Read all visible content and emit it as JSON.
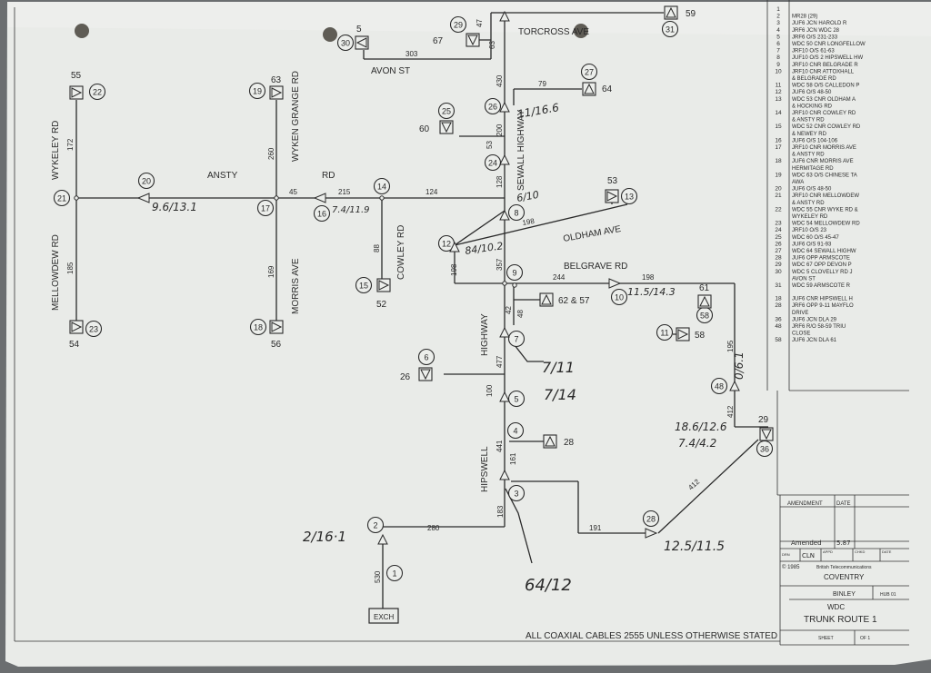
{
  "streets": {
    "torcross_ave": "TORCROSS AVE",
    "avon_st": "AVON ST",
    "ansty": "ANSTY",
    "rd": "RD",
    "wykeley_rd": "WYKELEY RD",
    "wyken_grange_rd": "WYKEN GRANGE RD",
    "mellowdew_rd": "MELLOWDEW RD",
    "morris_ave": "MORRIS AVE",
    "cowley_rd": "COWLEY RD",
    "sewall_highway": "SEWALL HIGHWAY",
    "oldham_ave": "OLDHAM AVE",
    "belgrave_rd": "BELGRAVE RD",
    "highway": "HIGHWAY",
    "hipswell": "HIPSWELL"
  },
  "footer_note": "ALL COAXIAL CABLES 2555 UNLESS OTHERWISE STATED",
  "exchange_label": "EXCH",
  "nodes": [
    {
      "id": "n1",
      "label": "1"
    },
    {
      "id": "n2",
      "label": "2"
    },
    {
      "id": "n3",
      "label": "3"
    },
    {
      "id": "n4",
      "label": "4"
    },
    {
      "id": "n5",
      "label": "5"
    },
    {
      "id": "n6",
      "label": "6"
    },
    {
      "id": "n7",
      "label": "7"
    },
    {
      "id": "n8",
      "label": "8"
    },
    {
      "id": "n9",
      "label": "9"
    },
    {
      "id": "n10",
      "label": "10"
    },
    {
      "id": "n11",
      "label": "11"
    },
    {
      "id": "n12",
      "label": "12"
    },
    {
      "id": "n13",
      "label": "13"
    },
    {
      "id": "n14",
      "label": "14"
    },
    {
      "id": "n15",
      "label": "15"
    },
    {
      "id": "n16",
      "label": "16"
    },
    {
      "id": "n17",
      "label": "17"
    },
    {
      "id": "n18",
      "label": "18"
    },
    {
      "id": "n19",
      "label": "19"
    },
    {
      "id": "n20",
      "label": "20"
    },
    {
      "id": "n21",
      "label": "21"
    },
    {
      "id": "n22",
      "label": "22"
    },
    {
      "id": "n23",
      "label": "23"
    },
    {
      "id": "n24",
      "label": "24"
    },
    {
      "id": "n25",
      "label": "25"
    },
    {
      "id": "n26",
      "label": "26"
    },
    {
      "id": "n27",
      "label": "27"
    },
    {
      "id": "n28",
      "label": "28"
    },
    {
      "id": "n29",
      "label": "29"
    },
    {
      "id": "n30",
      "label": "30"
    },
    {
      "id": "n31",
      "label": "31"
    },
    {
      "id": "n36",
      "label": "36"
    },
    {
      "id": "n48",
      "label": "48"
    },
    {
      "id": "n58",
      "label": "58"
    }
  ],
  "amp_numbers": {
    "a55": "55",
    "a54": "54",
    "a63": "63",
    "a56": "56",
    "a52": "52",
    "a53": "53",
    "a60": "60",
    "a64": "64",
    "a67": "67",
    "a5": "5",
    "a59": "59",
    "a26": "26",
    "a62": "62 & 57",
    "a58": "58",
    "a61": "61",
    "a28": "28",
    "a29": "29"
  },
  "cable_lengths": {
    "c280": "280",
    "c530": "530",
    "c183": "183",
    "c441": "441",
    "c161": "161",
    "c100": "100",
    "c477": "477",
    "c42": "42",
    "c48": "48",
    "c357": "357",
    "c198a": "198",
    "c198b": "198",
    "c244": "244",
    "c198c": "198",
    "c128": "128",
    "c53": "53",
    "c200": "200",
    "c430": "430",
    "c63": "63",
    "c47": "47",
    "c303": "303",
    "c79": "79",
    "c124": "124",
    "c215": "215",
    "c45": "45",
    "c88": "88",
    "c260": "260",
    "c169": "169",
    "c172": "172",
    "c185": "185",
    "c191": "191",
    "c412a": "412",
    "c412b": "412",
    "c195": "195"
  },
  "annotations": {
    "h1": "7/11",
    "h2": "7/14",
    "h3": "64/12",
    "h4": "2/16·1",
    "h5": "12.5/11.5",
    "h6": "18.6/12.6",
    "h7": "7.4/4.2",
    "h8": "0/6.1",
    "h9": "84/10.2",
    "h10": "11.5/14.3",
    "h11": "6/10",
    "h12": "11/16.6",
    "h13": "9.6/13.1",
    "h14": "7.4/11.9"
  },
  "title_block": {
    "amendment": "AMENDMENT",
    "date": "DATE",
    "amended": "Amended",
    "amended_date": "5.87",
    "drn": "DRN",
    "drn_by": "CLN",
    "appd": "APPD",
    "chkd": "CHKD",
    "date2": "DATE",
    "copyright": "© 1985",
    "company": "British Telecommunications",
    "place": "COVENTRY",
    "area": "BINLEY",
    "area_code": "HUB 01",
    "title1": "WDC",
    "title2": "TRUNK ROUTE 1",
    "sheet": "SHEET",
    "of": "OF 1"
  },
  "side_table": [
    {
      "n": "1",
      "text": ""
    },
    {
      "n": "2",
      "text": "MR28 (29)"
    },
    {
      "n": "3",
      "text": "JUF6 JCN HAROLD R"
    },
    {
      "n": "4",
      "text": "JRF6 JCN WDC 28"
    },
    {
      "n": "5",
      "text": "JRF6 O/S 231-233"
    },
    {
      "n": "6",
      "text": "WDC 50 CNR LONGFELLOW"
    },
    {
      "n": "7",
      "text": "JRF10 O/S 61-63"
    },
    {
      "n": "8",
      "text": "JUF10 O/S 2 HIPSWELL HW"
    },
    {
      "n": "9",
      "text": "JRF10 CNR BELGRADE R"
    },
    {
      "n": "10",
      "text": "JRF10 CNR ATTOXHALL"
    },
    {
      "n": "",
      "text": "& BELGRADE RD"
    },
    {
      "n": "11",
      "text": "WDC 58 O/S CALLEDON P"
    },
    {
      "n": "12",
      "text": "JUF6 O/S 48-50"
    },
    {
      "n": "13",
      "text": "WDC 53 CNR OLDHAM A"
    },
    {
      "n": "",
      "text": "& HOCKING RD"
    },
    {
      "n": "14",
      "text": "JRF10 CNR COWLEY RD"
    },
    {
      "n": "",
      "text": "& ANSTY RD"
    },
    {
      "n": "15",
      "text": "WDC 52 CNR COWLEY RD"
    },
    {
      "n": "",
      "text": "& NEWEY RD"
    },
    {
      "n": "16",
      "text": "JUF6 O/S 104-106"
    },
    {
      "n": "17",
      "text": "JRF10 CNR MORRIS AVE"
    },
    {
      "n": "",
      "text": "& ANSTY RD"
    },
    {
      "n": "18",
      "text": "JUF6 CNR MORRIS AVE"
    },
    {
      "n": "",
      "text": "HERMITAGE RD"
    },
    {
      "n": "19",
      "text": "WDC 63 O/S CHINESE TA"
    },
    {
      "n": "",
      "text": "AWA"
    },
    {
      "n": "20",
      "text": "JUF6 O/S 48-50"
    },
    {
      "n": "21",
      "text": "JRF10 CNR MELLOWDEW"
    },
    {
      "n": "",
      "text": "& ANSTY RD"
    },
    {
      "n": "22",
      "text": "WDC 55 CNR WYKE RD &"
    },
    {
      "n": "",
      "text": "WYKELEY RD"
    },
    {
      "n": "23",
      "text": "WDC 54 MELLOWDEW RD"
    },
    {
      "n": "24",
      "text": "JRF10 O/S 23"
    },
    {
      "n": "25",
      "text": "WDC 60 O/S 45-47"
    },
    {
      "n": "26",
      "text": "JUF6 O/S 91-93"
    },
    {
      "n": "27",
      "text": "WDC 64 SEWALL HIGHW"
    },
    {
      "n": "28",
      "text": "JUF6 OPP ARMSCOTE"
    },
    {
      "n": "29",
      "text": "WDC 67 OPP DEVON P"
    },
    {
      "n": "30",
      "text": "WDC 5 CLOVELLY RD J"
    },
    {
      "n": "",
      "text": "AVON ST"
    },
    {
      "n": "31",
      "text": "WDC 59 ARMSCOTE R"
    },
    {
      "n": "",
      "text": ""
    },
    {
      "n": "18",
      "text": "JUF6 CNR HIPSWELL H"
    },
    {
      "n": "28",
      "text": "JRF6 OPP 9-11 MAYFLO"
    },
    {
      "n": "",
      "text": "DRIVE"
    },
    {
      "n": "36",
      "text": "JUF6 JCN DLA 29"
    },
    {
      "n": "48",
      "text": "JRF6 R/O 58-59 TRIU"
    },
    {
      "n": "",
      "text": "CLOSE"
    },
    {
      "n": "58",
      "text": "JUF6 JCN DLA 61"
    }
  ]
}
